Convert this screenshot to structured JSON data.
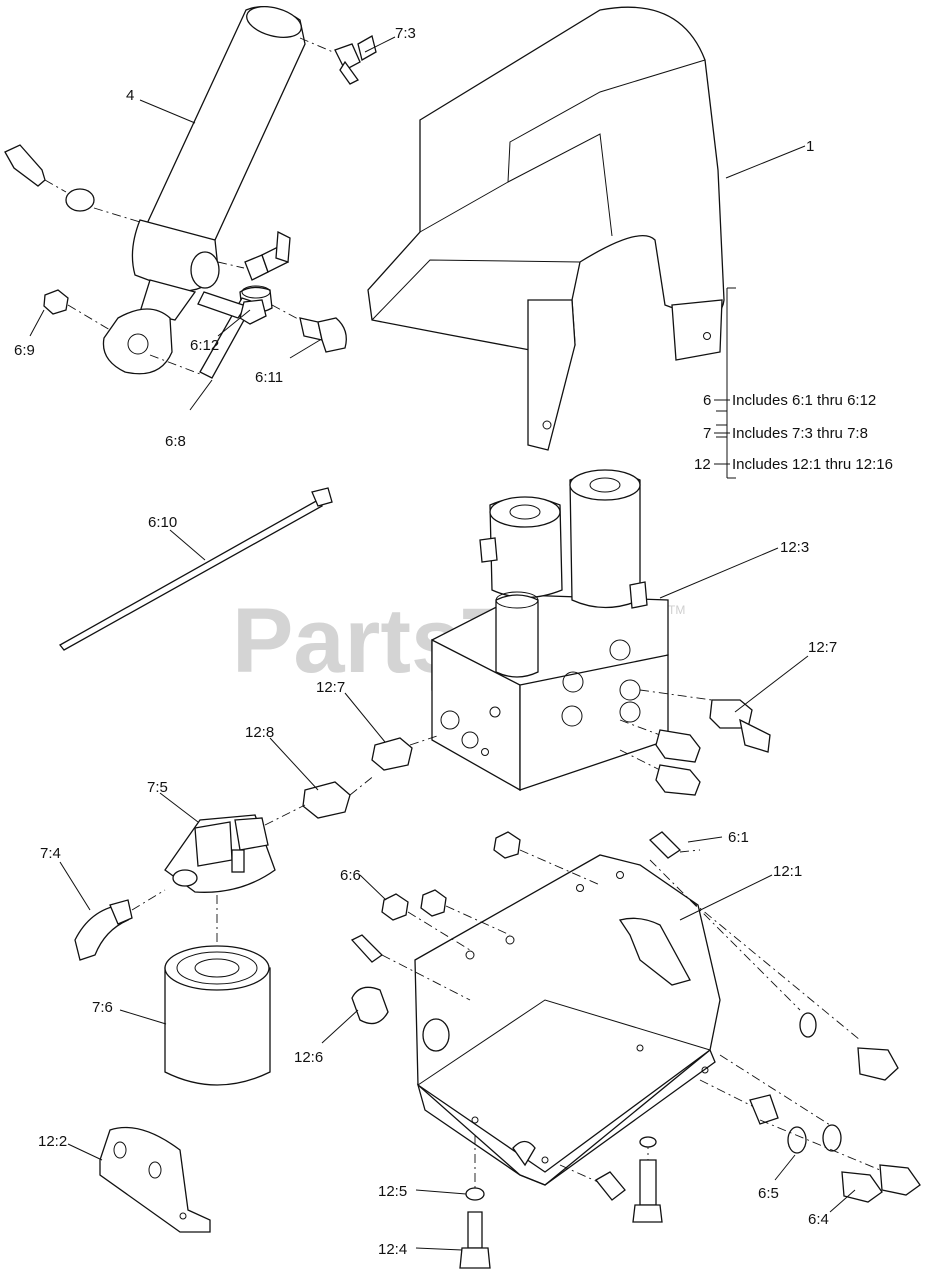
{
  "diagram": {
    "watermark": "PartsTree",
    "watermark_tm": "TM",
    "callouts": {
      "c1": "1",
      "c4": "4",
      "c6_1": "6:1",
      "c6_4": "6:4",
      "c6_5": "6:5",
      "c6_6": "6:6",
      "c6_8": "6:8",
      "c6_9": "6:9",
      "c6_10": "6:10",
      "c6_11": "6:11",
      "c6_12": "6:12",
      "c7_3": "7:3",
      "c7_4": "7:4",
      "c7_5": "7:5",
      "c7_6": "7:6",
      "c12_1": "12:1",
      "c12_2": "12:2",
      "c12_3": "12:3",
      "c12_4": "12:4",
      "c12_5": "12:5",
      "c12_6": "12:6",
      "c12_7a": "12:7",
      "c12_7b": "12:7",
      "c12_8": "12:8"
    },
    "legend": [
      {
        "num": "6",
        "text": "Includes 6:1 thru 6:12"
      },
      {
        "num": "7",
        "text": "Includes 7:3 thru 7:8"
      },
      {
        "num": "12",
        "text": "Includes 12:1 thru 12:16"
      }
    ]
  }
}
